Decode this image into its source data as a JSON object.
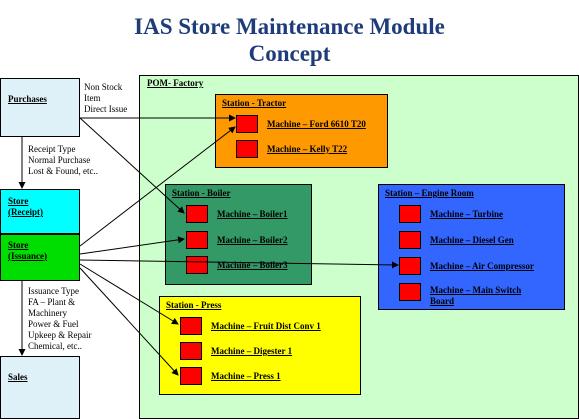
{
  "title_line1": "IAS Store Maintenance Module",
  "title_line2": "Concept",
  "purchases": {
    "label": "Purchases",
    "side_note": [
      "Non Stock",
      "Item",
      "Direct Issue"
    ]
  },
  "receipt_note": [
    "Receipt Type",
    "Normal Purchase",
    "Lost & Found, etc.."
  ],
  "store_receipt": [
    "Store",
    "(Receipt)"
  ],
  "store_issuance": [
    "Store",
    "(Issuance)"
  ],
  "issuance_note": [
    "Issuance Type",
    "FA – Plant &",
    "Machinery",
    "Power & Fuel",
    "Upkeep & Repair",
    "Chemical, etc.."
  ],
  "sales": {
    "label": "Sales"
  },
  "factory": {
    "label": "POM- Factory"
  },
  "stations": {
    "tractor": {
      "label": "Station - Tractor",
      "machines": [
        "Machine – Ford 6610 T20",
        "Machine – Kelly T22"
      ]
    },
    "boiler": {
      "label": "Station - Boiler",
      "machines": [
        "Machine – Boiler1",
        "Machine – Boiler2",
        "Machine – Boiler3"
      ]
    },
    "engine": {
      "label": "Station – Engine Room",
      "machines": [
        "Machine – Turbine",
        "Machine – Diesel Gen",
        "Machine – Air Compressor",
        "Machine – Main Switch",
        "Board"
      ]
    },
    "press": {
      "label": "Station - Press",
      "machines": [
        "Machine – Fruit Dist Conv 1",
        "Machine – Digester 1",
        "Machine – Press 1"
      ]
    }
  },
  "colors": {
    "title": "#1f3c7a",
    "left_boxes": "#dff1f8",
    "store_receipt": "#00ffff",
    "store_issuance": "#00dd00",
    "factory": "#ccffcc",
    "tractor": "#ff9900",
    "boiler": "#339966",
    "engine": "#3366ff",
    "press": "#ffff00",
    "machine": "#ff0000"
  }
}
